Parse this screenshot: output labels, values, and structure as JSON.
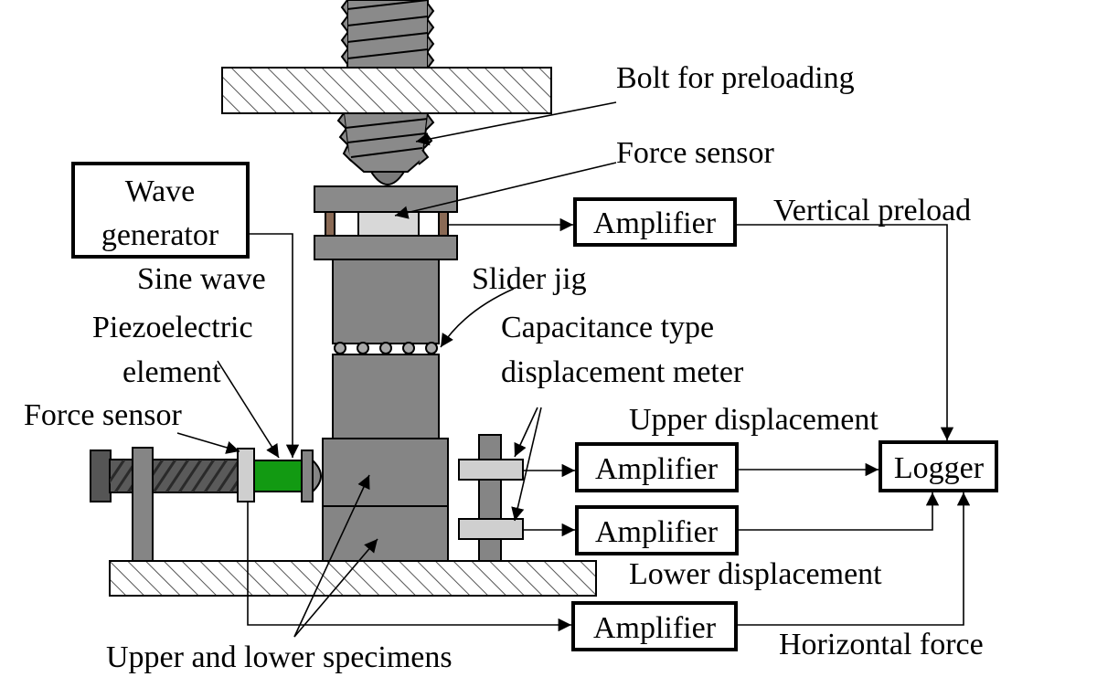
{
  "labels": {
    "bolt_for_preloading": "Bolt for preloading",
    "force_sensor_top": "Force sensor",
    "vertical_preload": "Vertical preload",
    "slider_jig": "Slider jig",
    "capacitance_line1": "Capacitance type",
    "capacitance_line2": "displacement meter",
    "upper_displacement": "Upper displacement",
    "lower_displacement": "Lower displacement",
    "horizontal_force": "Horizontal force",
    "sine_wave": "Sine wave",
    "piezo_line1": "Piezoelectric",
    "piezo_line2": "element",
    "force_sensor_left": "Force sensor",
    "specimens": "Upper and lower specimens"
  },
  "boxes": {
    "wave_generator_line1": "Wave",
    "wave_generator_line2": "generator",
    "amplifier_vertical": "Amplifier",
    "amplifier_upper": "Amplifier",
    "amplifier_lower": "Amplifier",
    "amplifier_horizontal": "Amplifier",
    "logger": "Logger"
  },
  "colors": {
    "metal": "#858585",
    "metal_dark": "#5a5a5a",
    "metal_light": "#d0d0d0",
    "piezo": "#129a12",
    "copper": "#8a6a55"
  }
}
